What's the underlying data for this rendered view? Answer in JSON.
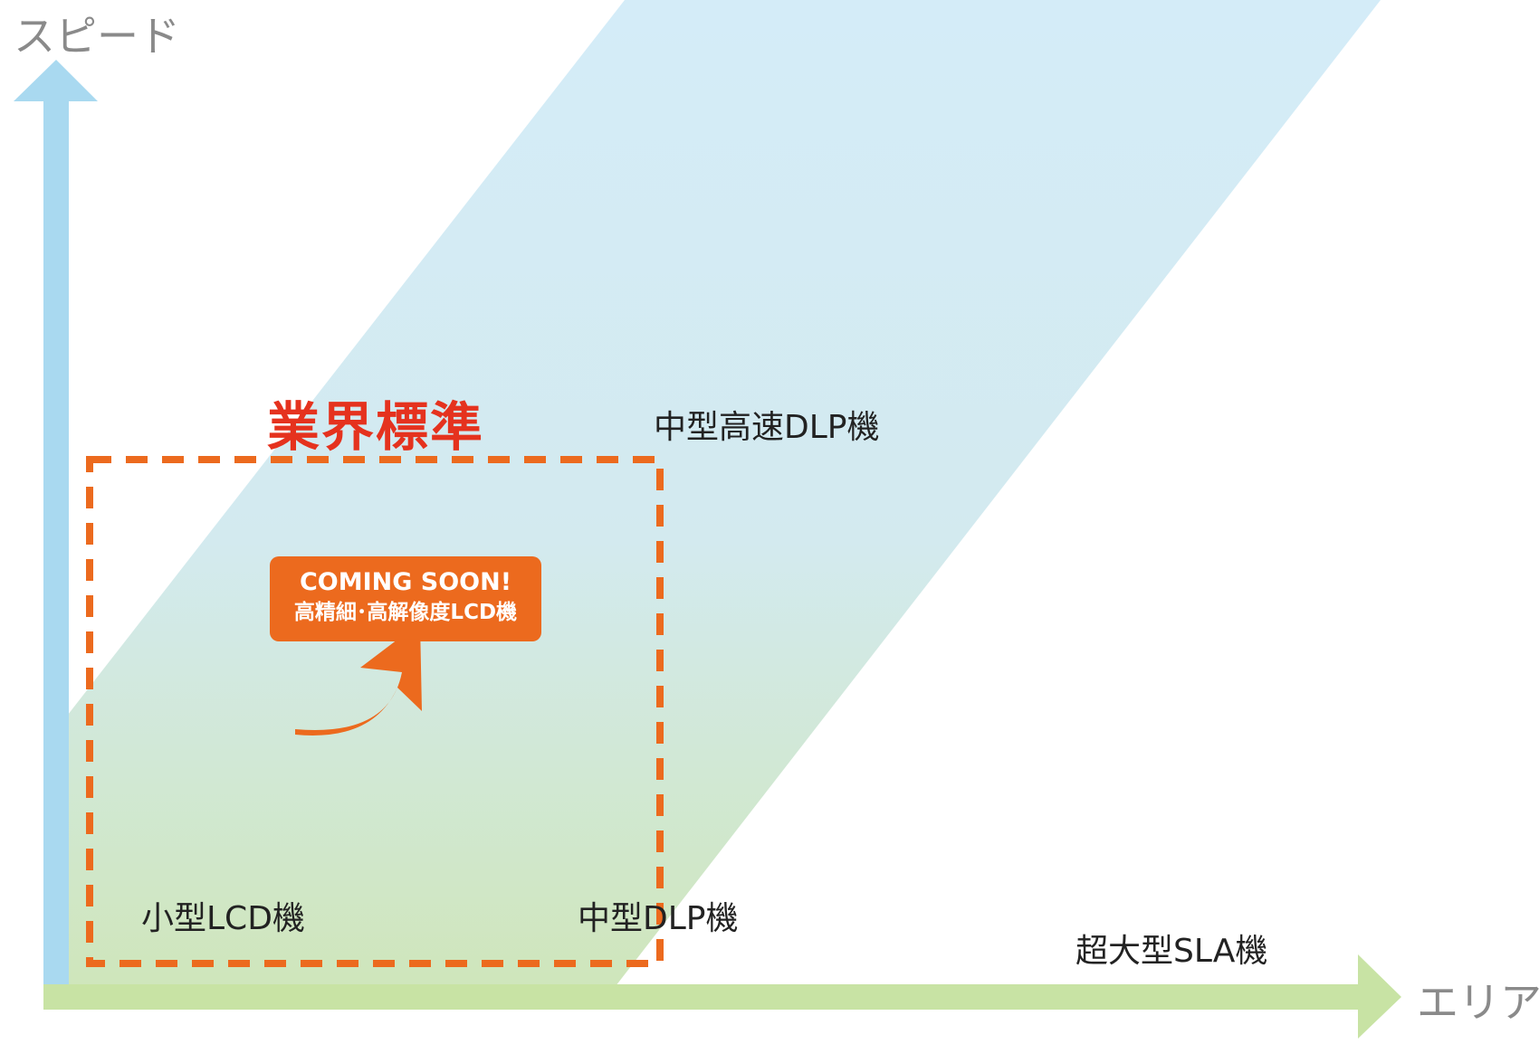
{
  "axes": {
    "y_label": "スピード",
    "x_label": "エリア"
  },
  "region": {
    "title": "業界標準"
  },
  "badge": {
    "line1": "COMING SOON!",
    "line2": "高精細･高解像度LCD機"
  },
  "machines": {
    "small_lcd": "小型LCD機",
    "mid_dlp": "中型DLP機",
    "mid_fast_dlp": "中型高速DLP機",
    "xl_sla": "超大型SLA機"
  },
  "colors": {
    "y_axis": "#a9d9f0",
    "x_axis": "#c8e3a4",
    "band_top": "#d4ecf8",
    "band_bottom": "#cfe6bb",
    "accent_orange": "#ec6a1e",
    "title_red": "#e5321e"
  }
}
